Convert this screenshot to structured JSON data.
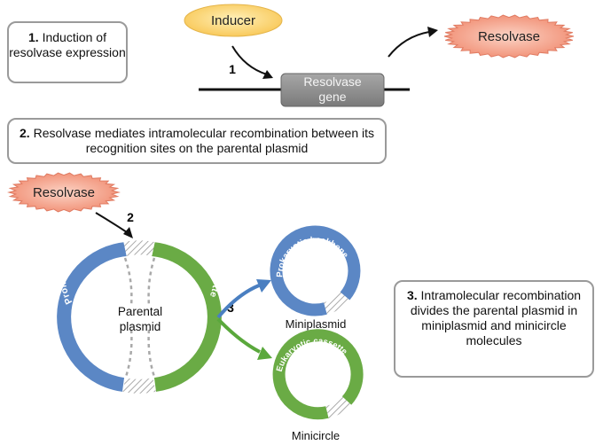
{
  "steps": {
    "step1": {
      "number": "1.",
      "text": "Induction of resolvase expression"
    },
    "step2": {
      "number": "2.",
      "text": "Resolvase mediates intramolecular recombination between its recognition sites on the parental plasmid"
    },
    "step3": {
      "number": "3.",
      "text": "Intramolecular recombination divides the parental plasmid in miniplasmid and minicircle molecules"
    }
  },
  "labels": {
    "inducer": "Inducer",
    "resolvase_top": "Resolvase",
    "resolvase_left": "Resolvase",
    "gene_line1": "Resolvase",
    "gene_line2": "gene",
    "arrow1": "1",
    "arrow2": "2",
    "arrow3": "3",
    "parental_line1": "Parental",
    "parental_line2": "plasmid",
    "prokaryotic": "Prokaryotic backbone",
    "eukaryotic": "Eukaryotic cassette",
    "miniplasmid": "Miniplasmid",
    "minicircle": "Minicircle"
  },
  "colors": {
    "backbone_blue": "#5b87c5",
    "cassette_green": "#6aab45",
    "resolvase_fill": "#f29a80",
    "inducer_fill": "#fcd26b",
    "gene_fill": "#8c8c8c",
    "arrow_blue": "#4a7fc1",
    "arrow_green": "#5aa83c"
  }
}
